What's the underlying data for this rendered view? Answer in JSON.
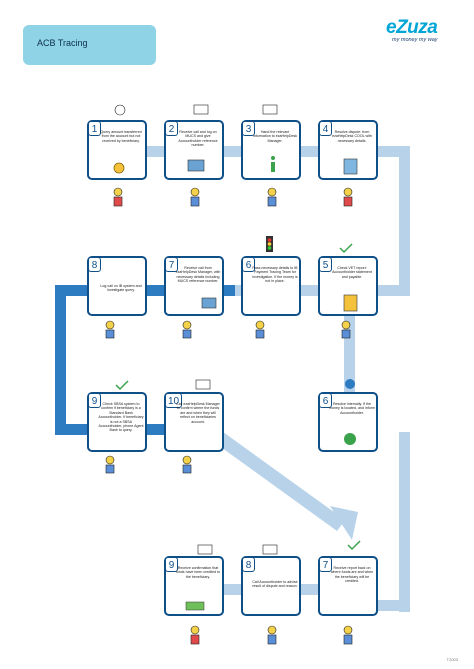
{
  "title": "ACB Tracing",
  "logo": {
    "word": "eZuza",
    "tagline": "my money my way"
  },
  "footer_code": "T2003",
  "steps": [
    {
      "num": "1",
      "text": "Query amount transferred from the account but not received by beneficiary."
    },
    {
      "num": "2",
      "text": "Receive call and log on MUCS and give Accountholder reference number."
    },
    {
      "num": "3",
      "text": "Hand the relevant information to ezaHelpDesk Manager."
    },
    {
      "num": "4",
      "text": "Resolve dispute: from ezaHelpDesk COOL with necessary details."
    },
    {
      "num": "5",
      "text": "Check VET report: Accountholder statement and payable."
    },
    {
      "num": "6",
      "text": "Pass necessary details to IB Payment Tracing Team for investigation. If the money is not in place."
    },
    {
      "num": "7",
      "text": "Receive call from ezaHelpDesk Manager, with necessary details including MUCS reference number."
    },
    {
      "num": "8",
      "text": "Log call on IB system and investigate query."
    },
    {
      "num": "9",
      "text": "Check SBSA system to confirm if beneficiary is a Standard Bank Accountholder. If beneficiary is not a SBSA Accountholder, phone Agent Bank to query."
    },
    {
      "num": "10",
      "text": "Call ezaHelpDesk Manager to confirm where the funds are and when they will reflect on beneficiaries account."
    },
    {
      "num": "6",
      "text": "Resolve internally. If the money is located, and inform Accountholder."
    },
    {
      "num": "7",
      "text": "Receive report back on where funds are and when the beneficiary will be credited."
    },
    {
      "num": "8",
      "text": "Call Accountholder to advise result of dispute and reason."
    },
    {
      "num": "9",
      "text": "Receive confirmation that funds have been credited to the beneficiary."
    }
  ]
}
